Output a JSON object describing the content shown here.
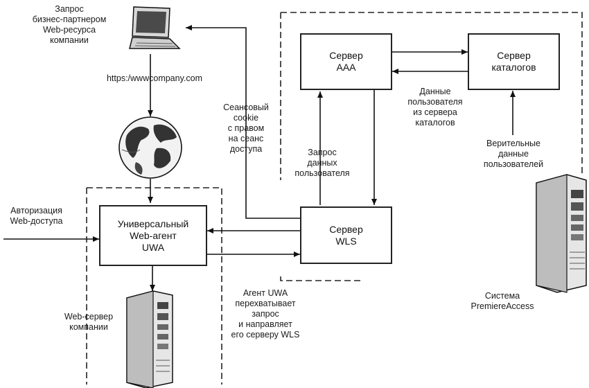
{
  "labels": {
    "partner_request": "Запрос\nбизнес-партнером\nWeb-ресурса\nкомпании",
    "url": "https:/wwwcompany.com",
    "session_cookie": "Сеансовый\ncookie\nс правом\nна сеанс\nдоступа",
    "user_data_request": "Запрос\nданных\nпользователя",
    "directory_user_data": "Данные\nпользователя\nиз сервера\nкаталогов",
    "credentials": "Верительные\nданные\nпользователей",
    "web_access_auth": "Авторизация\nWeb-доступа",
    "uwa_intercepts": "Агент UWA\nперехватывает\nзапрос\nи направляет\nего серверу WLS",
    "company_web_server": "Web-сервер\nкомпании",
    "premiere_access_system": "Система\nPremiereAccess"
  },
  "boxes": {
    "aaa_server": "Сервер\nААА",
    "catalog_server": "Сервер\nкаталогов",
    "wls_server": "Сервер\nWLS",
    "uwa_agent": "Универсальный\nWeb-агент\nUWA"
  },
  "icons": [
    "laptop-icon",
    "globe-icon",
    "web-server-tower-icon",
    "premiereaccess-server-tower-icon"
  ]
}
